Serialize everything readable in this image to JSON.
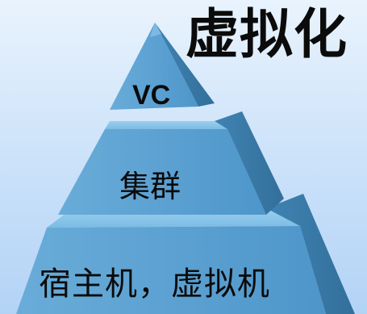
{
  "title": "虚拟化",
  "tiers": [
    {
      "label": "VC"
    },
    {
      "label": "集群"
    },
    {
      "label": "宿主机，虚拟机"
    }
  ],
  "colors": {
    "background_top": "#e9f3fd",
    "background_bottom": "#b3d3f6",
    "face_light": "#6fb0dc",
    "face_front": "#4f97cb",
    "face_right": "#3b7ca9",
    "face_top": "#8cc6ea",
    "text": "#0b0b0b"
  }
}
